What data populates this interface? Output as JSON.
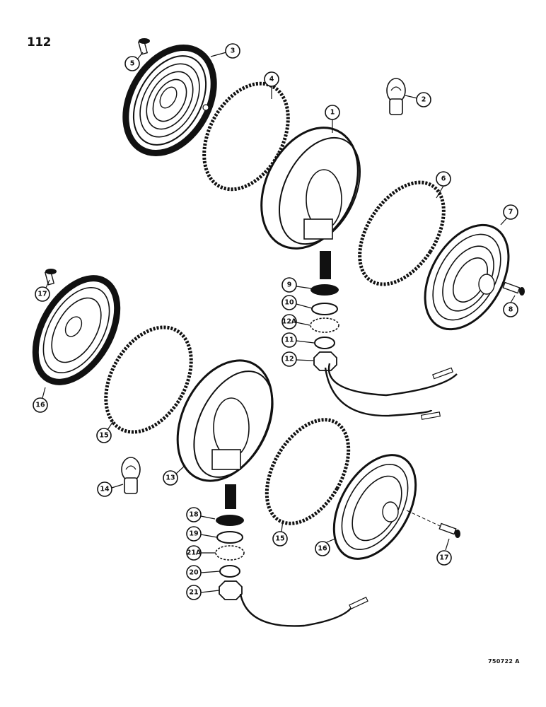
{
  "page_number": "112",
  "drawing_code": "750722 A",
  "callouts": [
    {
      "id": "callout-1",
      "label": "1"
    },
    {
      "id": "callout-2",
      "label": "2"
    },
    {
      "id": "callout-3",
      "label": "3"
    },
    {
      "id": "callout-4",
      "label": "4"
    },
    {
      "id": "callout-5",
      "label": "5"
    },
    {
      "id": "callout-6",
      "label": "6"
    },
    {
      "id": "callout-7",
      "label": "7"
    },
    {
      "id": "callout-8",
      "label": "8"
    },
    {
      "id": "callout-9",
      "label": "9"
    },
    {
      "id": "callout-10",
      "label": "10"
    },
    {
      "id": "callout-12a",
      "label": "12A"
    },
    {
      "id": "callout-11",
      "label": "11"
    },
    {
      "id": "callout-12",
      "label": "12"
    },
    {
      "id": "callout-17-upper",
      "label": "17"
    },
    {
      "id": "callout-16-upper",
      "label": "16"
    },
    {
      "id": "callout-15-upper",
      "label": "15"
    },
    {
      "id": "callout-13",
      "label": "13"
    },
    {
      "id": "callout-14",
      "label": "14"
    },
    {
      "id": "callout-18",
      "label": "18"
    },
    {
      "id": "callout-19",
      "label": "19"
    },
    {
      "id": "callout-21a",
      "label": "21A"
    },
    {
      "id": "callout-20",
      "label": "20"
    },
    {
      "id": "callout-21",
      "label": "21"
    },
    {
      "id": "callout-15-lower",
      "label": "15"
    },
    {
      "id": "callout-16-lower",
      "label": "16"
    },
    {
      "id": "callout-17-lower",
      "label": "17"
    }
  ]
}
